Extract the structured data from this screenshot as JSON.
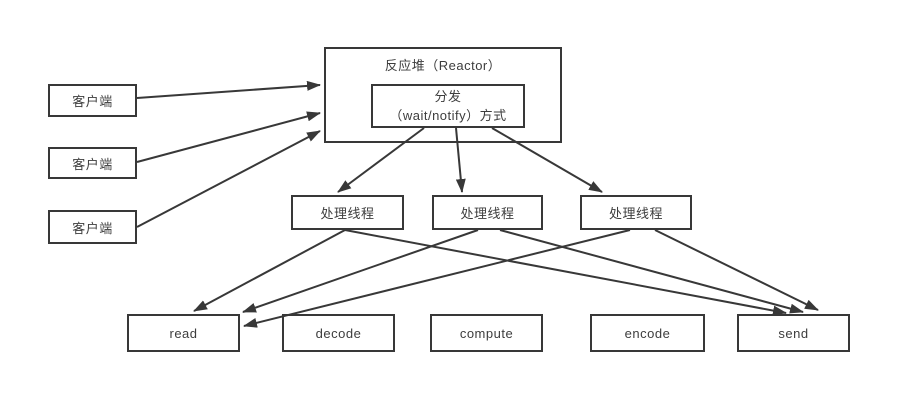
{
  "diagram": {
    "background": "#ffffff",
    "line_color": "#383838",
    "border_color": "#383838",
    "text_color": "#3d3d3d",
    "nodes": {
      "client1": {
        "label": "客户端"
      },
      "client2": {
        "label": "客户端"
      },
      "client3": {
        "label": "客户端"
      },
      "reactor": {
        "label": "反应堆（Reactor）"
      },
      "dispatch": {
        "label_line1": "分发",
        "label_line2": "（wait/notify）方式"
      },
      "thread1": {
        "label": "处理线程"
      },
      "thread2": {
        "label": "处理线程"
      },
      "thread3": {
        "label": "处理线程"
      },
      "read": {
        "label": "read"
      },
      "decode": {
        "label": "decode"
      },
      "compute": {
        "label": "compute"
      },
      "encode": {
        "label": "encode"
      },
      "send": {
        "label": "send"
      }
    },
    "edges": [
      {
        "from": "client1",
        "to": "reactor"
      },
      {
        "from": "client2",
        "to": "reactor"
      },
      {
        "from": "client3",
        "to": "reactor"
      },
      {
        "from": "dispatch",
        "to": "thread1"
      },
      {
        "from": "dispatch",
        "to": "thread2"
      },
      {
        "from": "dispatch",
        "to": "thread3"
      },
      {
        "from": "thread1",
        "to": "read"
      },
      {
        "from": "thread2",
        "to": "read"
      },
      {
        "from": "thread3",
        "to": "read"
      },
      {
        "from": "thread1",
        "to": "send"
      },
      {
        "from": "thread2",
        "to": "send"
      },
      {
        "from": "thread3",
        "to": "send"
      }
    ]
  }
}
